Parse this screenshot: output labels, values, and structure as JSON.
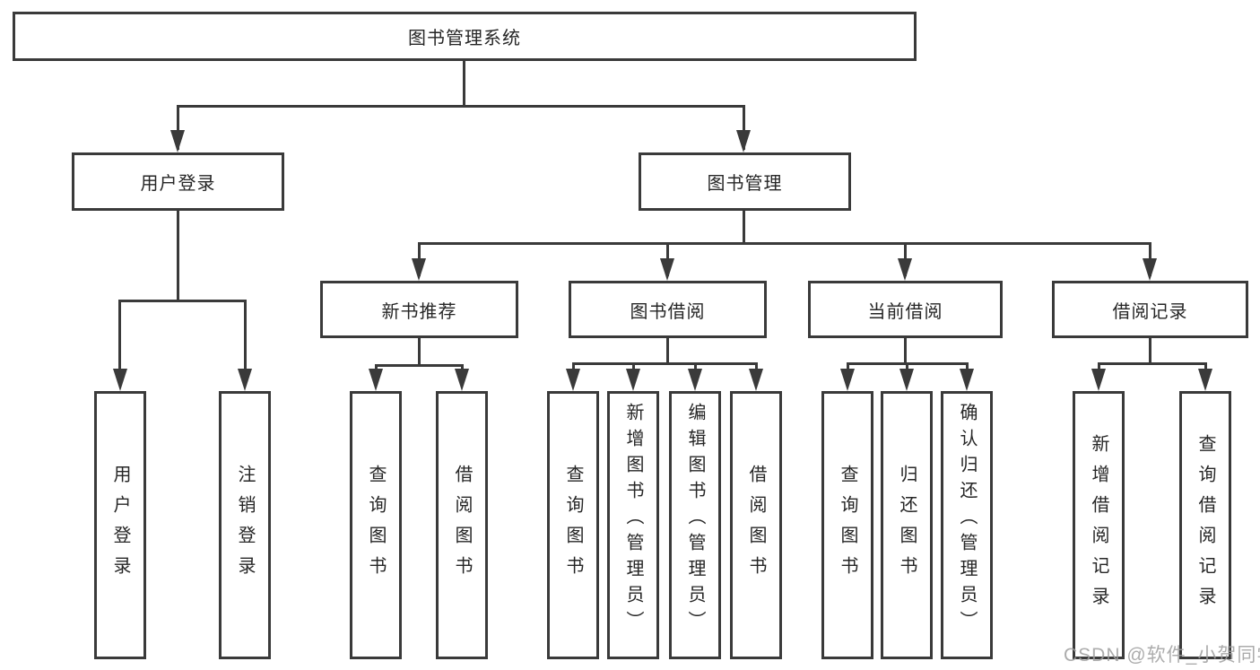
{
  "canvas": {
    "background": "#ffffff",
    "line_color": "#3a3a3a",
    "text_color": "#262626",
    "watermark_color": "#9e9e9e"
  },
  "watermark": {
    "text": "CSDN @软件_小贺同学"
  },
  "tree": {
    "label": "图书管理系统",
    "children": [
      {
        "label": "用户登录",
        "children": [
          {
            "label": "用户登录"
          },
          {
            "label": "注销登录"
          }
        ]
      },
      {
        "label": "图书管理",
        "children": [
          {
            "label": "新书推荐",
            "children": [
              {
                "label": "查询图书"
              },
              {
                "label": "借阅图书"
              }
            ]
          },
          {
            "label": "图书借阅",
            "children": [
              {
                "label": "查询图书"
              },
              {
                "label": "新增图书（管理员）"
              },
              {
                "label": "编辑图书（管理员）"
              },
              {
                "label": "借阅图书"
              }
            ]
          },
          {
            "label": "当前借阅",
            "children": [
              {
                "label": "查询图书"
              },
              {
                "label": "归还图书"
              },
              {
                "label": "确认归还（管理员）"
              }
            ]
          },
          {
            "label": "借阅记录",
            "children": [
              {
                "label": "新增借阅记录"
              },
              {
                "label": "查询借阅记录"
              }
            ]
          }
        ]
      }
    ]
  }
}
